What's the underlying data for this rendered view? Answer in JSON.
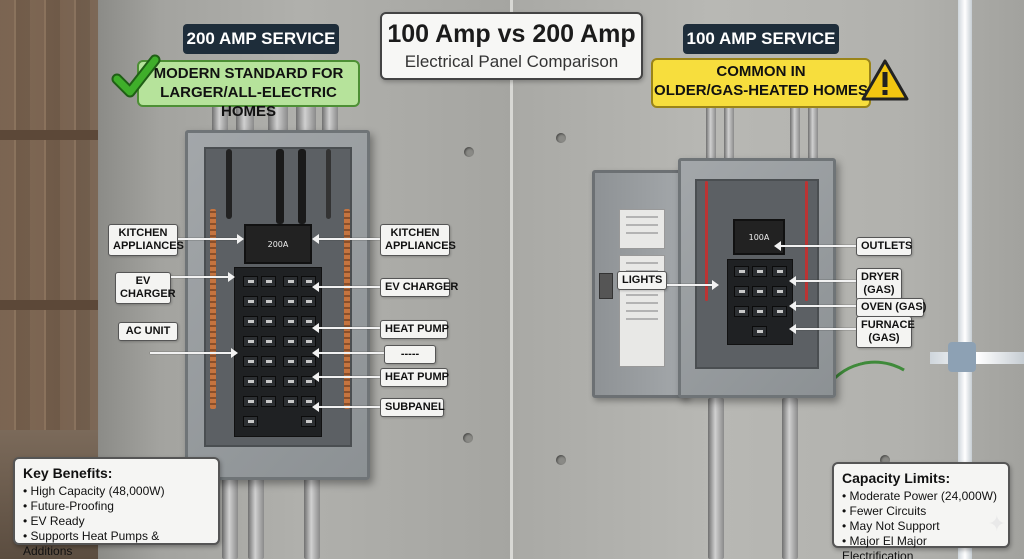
{
  "title": {
    "main": "100 Amp vs 200 Amp",
    "subtitle": "Electrical Panel Comparison"
  },
  "left": {
    "service_badge": "200 AMP SERVICE",
    "tagline_line1": "MODERN STANDARD FOR",
    "tagline_line2": "LARGER/ALL-ELECTRIC HOMES",
    "main_breaker": "200A",
    "callouts": {
      "kitchen_left_1": "KITCHEN",
      "kitchen_left_2": "APPLIANCES",
      "ev_left_1": "EV",
      "ev_left_2": "CHARGER",
      "ac_unit": "AC UNIT",
      "kitchen_right_1": "KITCHEN",
      "kitchen_right_2": "APPLIANCES",
      "ev_right": "EV CHARGER",
      "heat_pump_1": "HEAT PUMP",
      "dashes": "-----",
      "heat_pump_2": "HEAT PUMP",
      "subpanel": "SUBPANEL"
    },
    "benefits_title": "Key Benefits:",
    "benefits": [
      "High Capacity (48,000W)",
      "Future-Proofing",
      "EV Ready",
      "Supports Heat Pumps & Additions"
    ]
  },
  "right": {
    "service_badge": "100 AMP SERVICE",
    "tagline_line1": "COMMON IN",
    "tagline_line2": "OLDER/GAS-HEATED HOMES",
    "main_breaker": "100A",
    "callouts": {
      "lights": "LIGHTS",
      "outlets": "OUTLETS",
      "dryer_1": "DRYER",
      "dryer_2": "(GAS)",
      "oven": "OVEN (GAS)",
      "furnace_1": "FURNACE",
      "furnace_2": "(GAS)"
    },
    "limits_title": "Capacity Limits:",
    "limits": [
      "Moderate Power (24,000W)",
      "Fewer Circuits",
      "May Not Support",
      "Major El Major Electrification"
    ]
  },
  "colors": {
    "badge": "#1e2d3a",
    "green_box": "#b6e39b",
    "yellow_box": "#f7de3d",
    "check": "#3fae2a",
    "warning": "#f2c511"
  },
  "icons": [
    "checkmark-icon",
    "warning-icon",
    "sparkle-icon"
  ]
}
